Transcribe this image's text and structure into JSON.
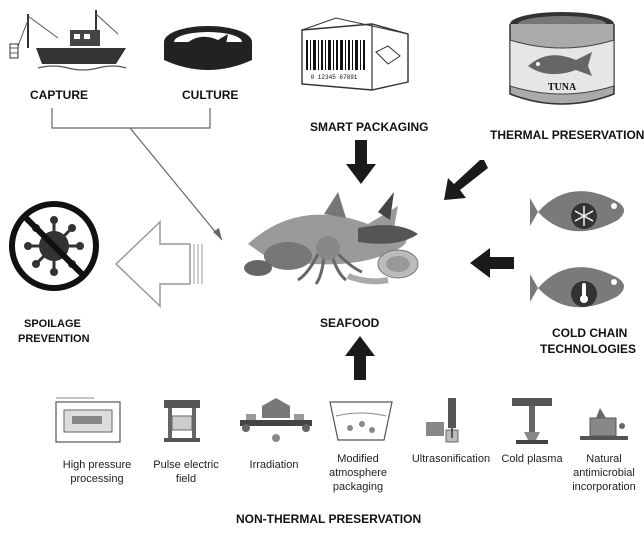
{
  "title": "SEAFOOD",
  "sources": {
    "capture": "CAPTURE",
    "culture": "CULTURE"
  },
  "technologies": {
    "smart_packaging": "SMART PACKAGING",
    "thermal_preservation": "THERMAL PRESERVATION",
    "cold_chain": [
      "COLD CHAIN",
      "TECHNOLOGIES"
    ],
    "non_thermal_preservation": "NON-THERMAL PRESERVATION"
  },
  "outcome": [
    "SPOILAGE",
    "PREVENTION"
  ],
  "package_marks": {
    "barcode_number": "0 12345 67891",
    "can_label": "TUNA"
  },
  "non_thermal_methods": [
    [
      "High pressure",
      "processing"
    ],
    [
      "Pulse electric",
      "field"
    ],
    [
      "Irradiation"
    ],
    [
      "Modified",
      "atmosphere",
      "packaging"
    ],
    [
      "Ultrasonification"
    ],
    [
      "Cold plasma"
    ],
    [
      "Natural",
      "antimicrobial",
      "incorporation"
    ]
  ],
  "icons": [
    "fishing-boat-icon",
    "fish-farm-icon",
    "barcode-box-icon",
    "tuna-can-icon",
    "snowflake-fish-icon",
    "thermometer-fish-icon",
    "virus-prohibited-icon",
    "seafood-pile-icon"
  ],
  "colors": {
    "arrow": "#1a1a1a",
    "icon_gray": "#555555",
    "outline": "#333333"
  }
}
